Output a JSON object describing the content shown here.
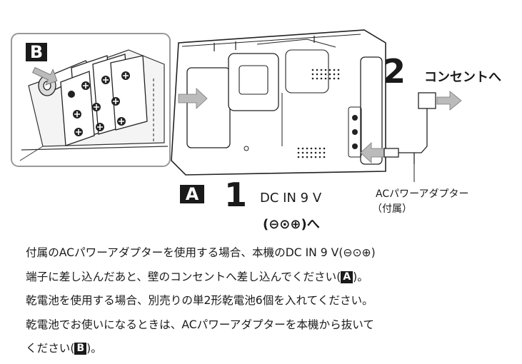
{
  "figure": {
    "badge_b": "B",
    "badge_a": "A",
    "step2_number": "2",
    "step2_label": "コンセントへ",
    "step1_number": "1",
    "step1_label": "DC IN 9 V",
    "step1_polarity": "(⊖⊙⊕)へ",
    "adapter_label": "ACパワーアダプター",
    "adapter_note": "（付属）"
  },
  "body": {
    "line1": "付属のACパワーアダプターを使用する場合、本機のDC IN 9 V(⊖⊙⊕)",
    "line2_pre": "端子に差し込んだあと、壁のコンセントへ差し込んでください(",
    "line2_badge": "A",
    "line2_post": ")。",
    "line3": "乾電池を使用する場合、別売りの単2形乾電池6個を入れてください。",
    "line4": "乾電池でお使いになるときは、ACパワーアダプターを本機から抜いて",
    "line5_pre": "ください(",
    "line5_badge": "B",
    "line5_post": ")。"
  }
}
